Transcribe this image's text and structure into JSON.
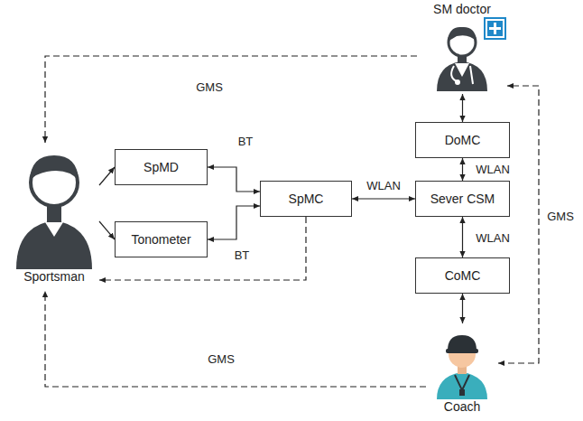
{
  "diagram": {
    "nodes": [
      {
        "text": [
          "SM doctor"
        ]
      },
      {
        "text": [
          "DoMC"
        ]
      },
      {
        "text": [
          "SpMD"
        ]
      },
      {
        "text": [
          "SpMC"
        ]
      },
      {
        "text": [
          "Sever CSM"
        ]
      },
      {
        "text": [
          "Sportsman"
        ]
      },
      {
        "text": [
          "Tonometer"
        ]
      },
      {
        "text": [
          "CoMC"
        ]
      },
      {
        "text": [
          "Coach"
        ]
      }
    ],
    "edges": [
      {
        "from": 0,
        "to": 5,
        "label": "GMS",
        "arrow": "to"
      },
      {
        "from": 5,
        "to": 2,
        "arrow": "to"
      },
      {
        "from": 5,
        "to": 6,
        "arrow": "to"
      },
      {
        "from": 2,
        "to": 3,
        "label": "BT",
        "arrow": "both"
      },
      {
        "from": 6,
        "to": 3,
        "label": "BT",
        "arrow": "both"
      },
      {
        "from": 3,
        "to": 5,
        "arrow": "to"
      },
      {
        "from": 3,
        "to": 4,
        "label": "WLAN",
        "arrow": "both"
      },
      {
        "from": 0,
        "to": 1,
        "arrow": "both"
      },
      {
        "from": 1,
        "to": 4,
        "label": "WLAN",
        "arrow": "both"
      },
      {
        "from": 4,
        "to": 7,
        "label": "WLAN",
        "arrow": "both"
      },
      {
        "from": 7,
        "to": 8,
        "arrow": "both"
      },
      {
        "from": 8,
        "to": 0,
        "label": "GMS",
        "arrow": "both"
      },
      {
        "from": 8,
        "to": 5,
        "label": "GMS",
        "arrow": "to"
      }
    ]
  }
}
